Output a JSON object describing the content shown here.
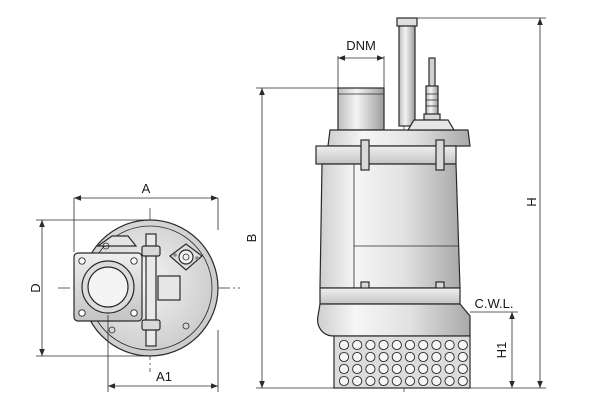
{
  "drawing": {
    "labels": {
      "A": "A",
      "A1": "A1",
      "D": "D",
      "DNM": "DNM",
      "B": "B",
      "H": "H",
      "H1": "H1",
      "CWL": "C.W.L."
    },
    "colors": {
      "line": "#2a2a2a",
      "body_light": "#f1f1f1",
      "body_mid": "#d6d6d6",
      "body_dark": "#a8a8a8",
      "background": "#ffffff"
    },
    "strainer_rows": 4,
    "strainer_cols": 10,
    "plan_bolt_count": 4
  }
}
